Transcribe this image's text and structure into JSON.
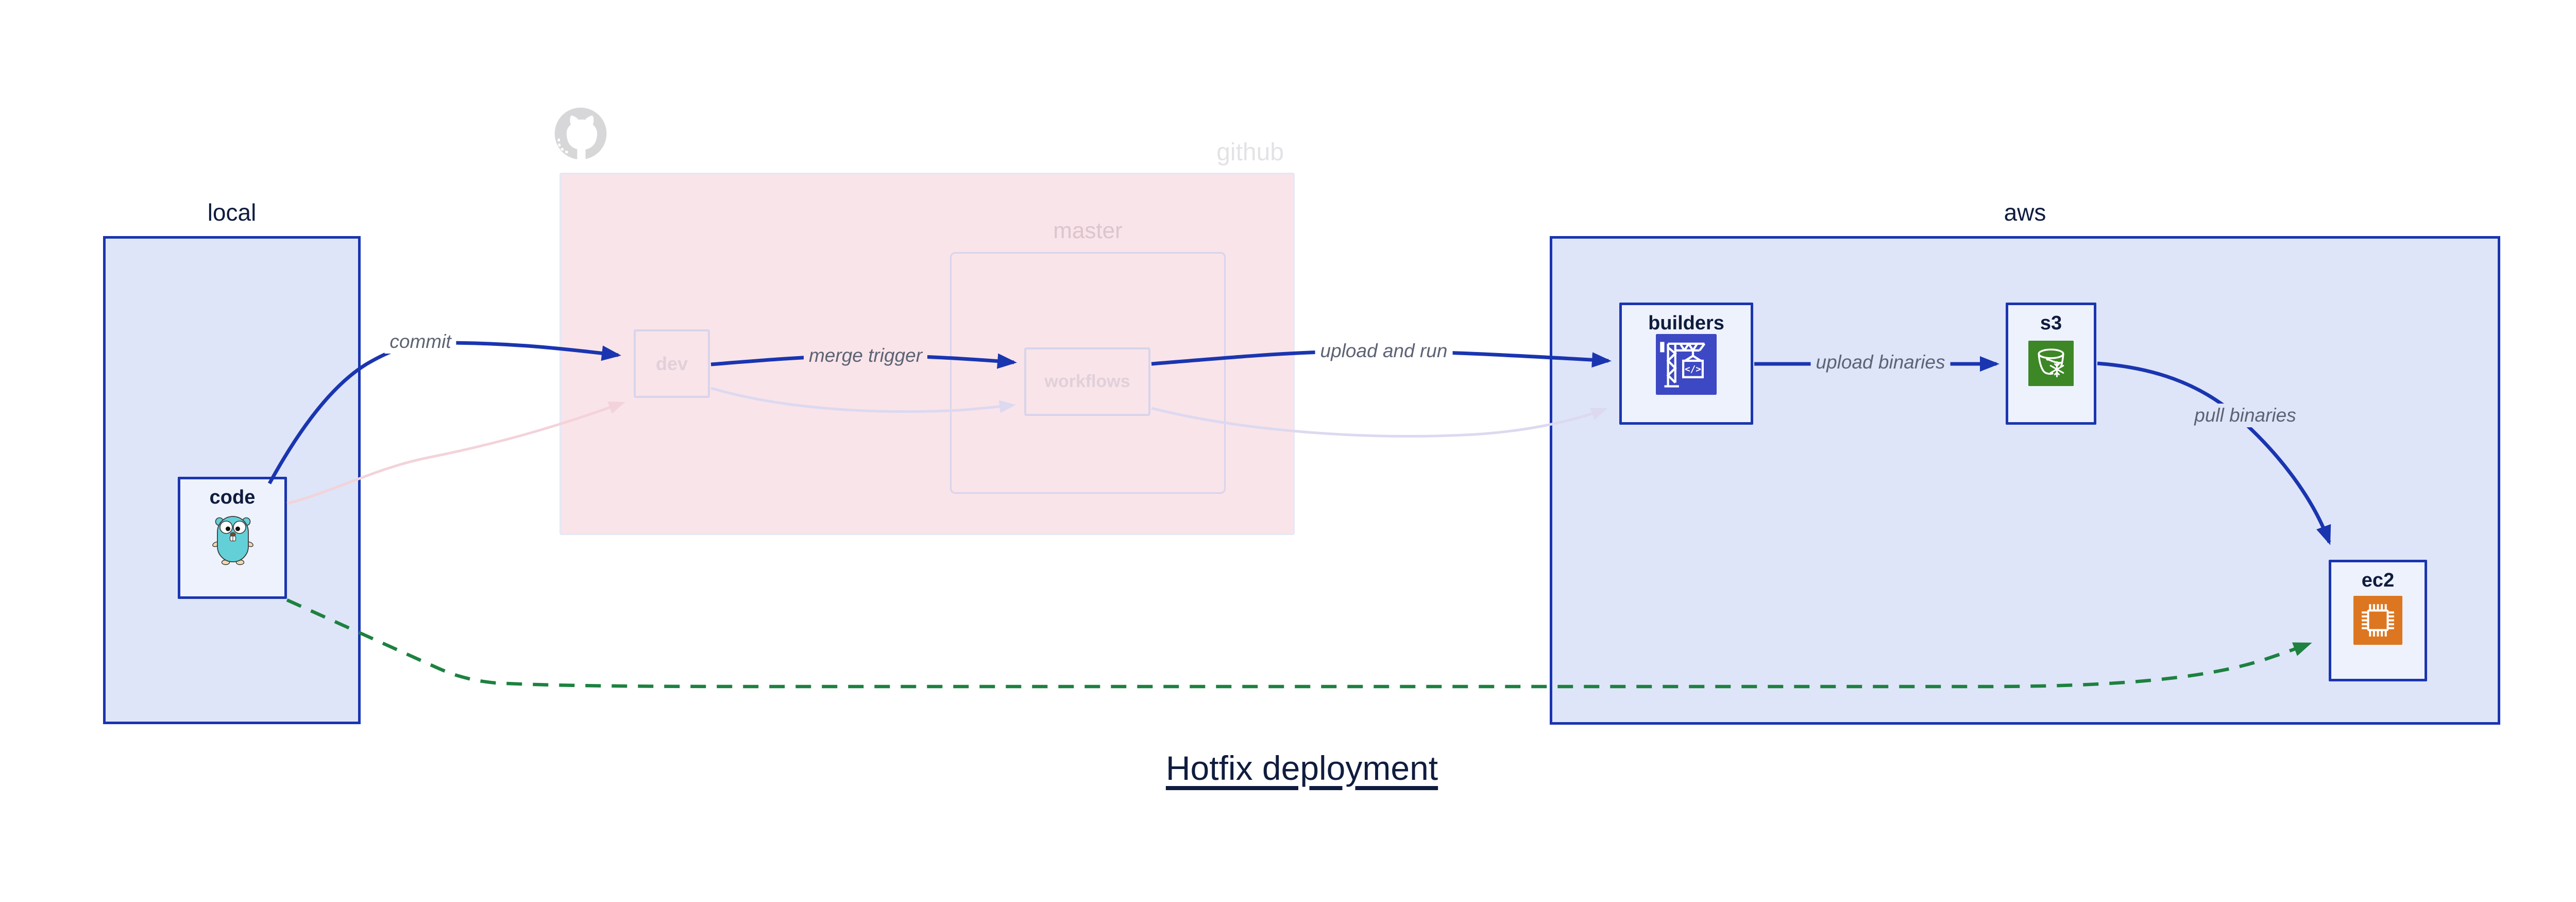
{
  "title": {
    "text": "Hotfix deployment"
  },
  "groups": {
    "local": {
      "label": "local"
    },
    "github": {
      "label": "github"
    },
    "master": {
      "label": "master"
    },
    "aws": {
      "label": "aws"
    }
  },
  "nodes": {
    "code": {
      "label": "code",
      "icon": "go-gopher-icon"
    },
    "dev": {
      "label": "dev"
    },
    "workflows": {
      "label": "workflows"
    },
    "builders": {
      "label": "builders",
      "icon": "aws-codebuild-icon"
    },
    "s3": {
      "label": "s3",
      "icon": "aws-s3-glacier-icon"
    },
    "ec2": {
      "label": "ec2",
      "icon": "aws-ec2-icon"
    }
  },
  "edges": {
    "commit": {
      "label": "commit",
      "from": "code",
      "to": "dev"
    },
    "merge_trigger": {
      "label": "merge trigger",
      "from": "dev",
      "to": "workflows"
    },
    "upload_and_run": {
      "label": "upload and run",
      "from": "workflows",
      "to": "builders"
    },
    "upload_binaries": {
      "label": "upload binaries",
      "from": "builders",
      "to": "s3"
    },
    "pull_binaries": {
      "label": "pull binaries",
      "from": "s3",
      "to": "ec2"
    },
    "code_to_dev_faded": {
      "label": "",
      "from": "code",
      "to": "dev"
    },
    "dev_to_workflows_faded": {
      "label": "",
      "from": "dev",
      "to": "workflows"
    },
    "workflows_to_builders_faded": {
      "label": "",
      "from": "workflows",
      "to": "builders"
    },
    "code_to_ec2_dashed": {
      "label": "",
      "from": "code",
      "to": "ec2"
    }
  },
  "icons": {
    "codebuild_glyph": "</>"
  },
  "colors": {
    "accent_blue": "#1a35b0",
    "group_fill": "#dee5f8",
    "node_fill": "#eef2fc",
    "pink_fill": "#f9e4e9",
    "pink_border": "#e4e8f6",
    "faded_border": "#d8d4ec",
    "faded_pink_text": "#dcc5ce",
    "faded_node_text": "#e0d0da",
    "faded_lavender_line": "#dcd9f0",
    "faded_pink_line": "#f3d3da",
    "green": "#1d8140",
    "edge_label_gray": "#5d6374",
    "navy_text": "#0f1c3e",
    "github_gray": "#e3e3e7",
    "octocat_gray": "#d7d7d9",
    "codebuild_indigo": "#3d48c4",
    "s3_green": "#3d8726",
    "ec2_orange": "#dd7620",
    "gopher_teal": "#63d0d8",
    "gopher_tan": "#f3d9ae"
  }
}
